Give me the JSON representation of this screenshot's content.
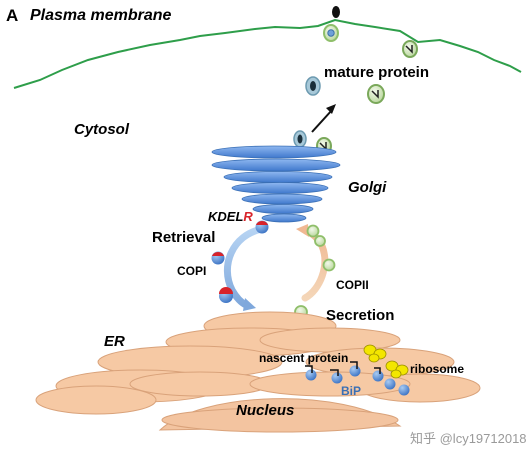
{
  "panel_label": "A",
  "labels": {
    "plasma_membrane": "Plasma membrane",
    "mature_protein": "mature protein",
    "cytosol": "Cytosol",
    "golgi": "Golgi",
    "kdel_prefix": "KDEL",
    "kdel_r": "R",
    "retrieval": "Retrieval",
    "copi": "COPI",
    "copii": "COPII",
    "secretion": "Secretion",
    "er": "ER",
    "nascent_protein": "nascent protein",
    "ribosome": "ribosome",
    "bip": "BiP",
    "nucleus": "Nucleus"
  },
  "watermark": "知乎 @lcy19712018",
  "colors": {
    "membrane": "#2e9e4a",
    "golgi": "#4a86d8",
    "er": "#f6c9a4",
    "er_stroke": "#d9a27a",
    "bip": "#4a86d8",
    "ribosome": "#f3e600",
    "kdel_receptor": "#d8232a",
    "vesicle_ring": "#8fbf6a",
    "cargo_dark": "#1b2f3a"
  }
}
